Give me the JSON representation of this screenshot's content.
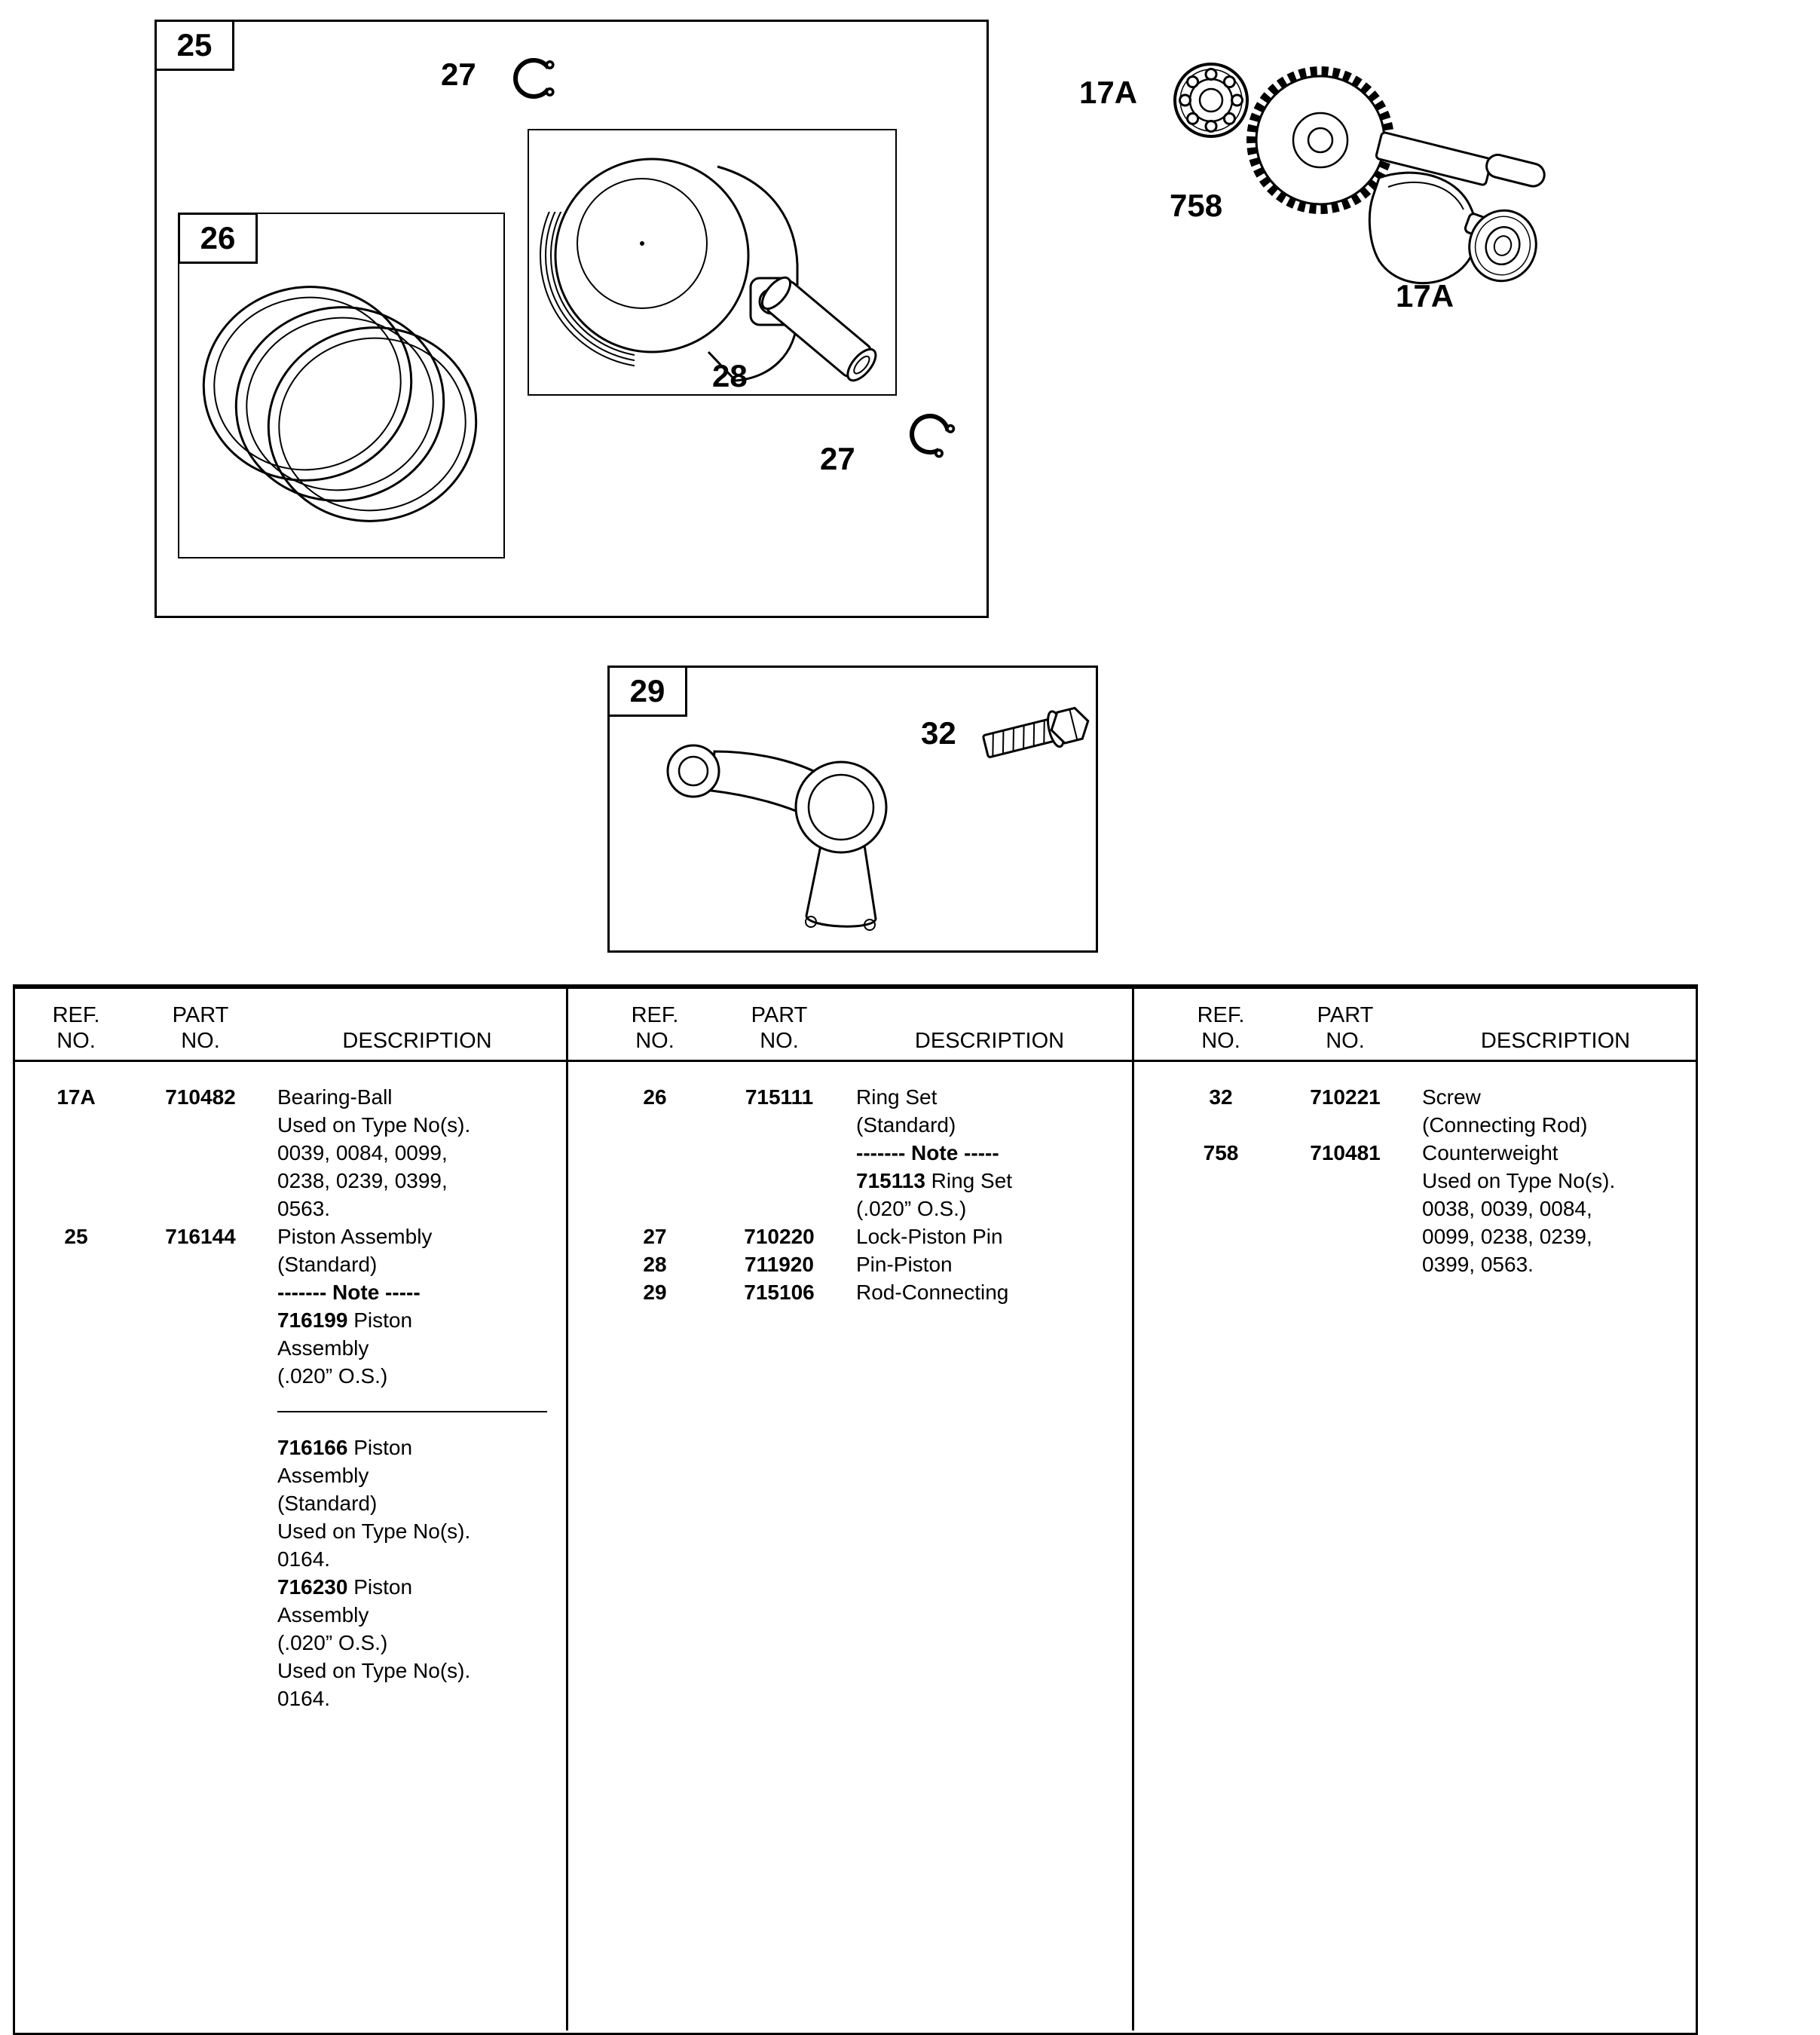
{
  "figures": {
    "box25_label": "25",
    "box26_label": "26",
    "box29_label": "29",
    "callout_27_top": "27",
    "callout_28": "28",
    "callout_27_bottom": "27",
    "callout_17a_left": "17A",
    "callout_758": "758",
    "callout_17a_right": "17A",
    "callout_32": "32"
  },
  "table": {
    "headers": {
      "ref1": "REF.",
      "ref2": "NO.",
      "part1": "PART",
      "part2": "NO.",
      "desc": "DESCRIPTION"
    },
    "columns": [
      {
        "entries": [
          {
            "ref": "17A",
            "part": "710482",
            "lines": [
              [
                {
                  "t": "Bearing-Ball"
                }
              ],
              [
                {
                  "t": "Used on Type No(s)."
                }
              ],
              [
                {
                  "t": "0039, 0084, 0099,"
                }
              ],
              [
                {
                  "t": "0238, 0239, 0399,"
                }
              ],
              [
                {
                  "t": "0563."
                }
              ]
            ]
          },
          {
            "ref": "25",
            "part": "716144",
            "lines": [
              [
                {
                  "t": "Piston Assembly"
                }
              ],
              [
                {
                  "t": "(Standard)"
                }
              ],
              [
                {
                  "t": "------- Note -----",
                  "b": true
                }
              ],
              [
                {
                  "t": "716199",
                  "b": true
                },
                {
                  "t": " Piston"
                }
              ],
              [
                {
                  "t": "Assembly"
                }
              ],
              [
                {
                  "t": "(.020” O.S.)"
                }
              ],
              [
                {
                  "hr": true
                }
              ],
              [
                {
                  "t": "716166",
                  "b": true
                },
                {
                  "t": " Piston"
                }
              ],
              [
                {
                  "t": "Assembly"
                }
              ],
              [
                {
                  "t": "(Standard)"
                }
              ],
              [
                {
                  "t": "Used on Type No(s)."
                }
              ],
              [
                {
                  "t": "0164."
                }
              ],
              [
                {
                  "t": "716230",
                  "b": true
                },
                {
                  "t": " Piston"
                }
              ],
              [
                {
                  "t": "Assembly"
                }
              ],
              [
                {
                  "t": "(.020” O.S.)"
                }
              ],
              [
                {
                  "t": "Used on Type No(s)."
                }
              ],
              [
                {
                  "t": "0164."
                }
              ]
            ]
          }
        ]
      },
      {
        "entries": [
          {
            "ref": "26",
            "part": "715111",
            "lines": [
              [
                {
                  "t": "Ring Set"
                }
              ],
              [
                {
                  "t": "(Standard)"
                }
              ],
              [
                {
                  "t": "------- Note -----",
                  "b": true
                }
              ],
              [
                {
                  "t": "715113",
                  "b": true
                },
                {
                  "t": " Ring Set"
                }
              ],
              [
                {
                  "t": "(.020” O.S.)"
                }
              ]
            ]
          },
          {
            "ref": "27",
            "part": "710220",
            "lines": [
              [
                {
                  "t": "Lock-Piston Pin"
                }
              ]
            ]
          },
          {
            "ref": "28",
            "part": "711920",
            "lines": [
              [
                {
                  "t": "Pin-Piston"
                }
              ]
            ]
          },
          {
            "ref": "29",
            "part": "715106",
            "lines": [
              [
                {
                  "t": "Rod-Connecting"
                }
              ]
            ]
          }
        ]
      },
      {
        "entries": [
          {
            "ref": "32",
            "part": "710221",
            "lines": [
              [
                {
                  "t": "Screw"
                }
              ],
              [
                {
                  "t": "(Connecting Rod)"
                }
              ]
            ]
          },
          {
            "ref": "758",
            "part": "710481",
            "lines": [
              [
                {
                  "t": "Counterweight"
                }
              ],
              [
                {
                  "t": "Used on Type No(s)."
                }
              ],
              [
                {
                  "t": "0038, 0039, 0084,"
                }
              ],
              [
                {
                  "t": "0099, 0238, 0239,"
                }
              ],
              [
                {
                  "t": "0399, 0563."
                }
              ]
            ]
          }
        ]
      }
    ]
  }
}
